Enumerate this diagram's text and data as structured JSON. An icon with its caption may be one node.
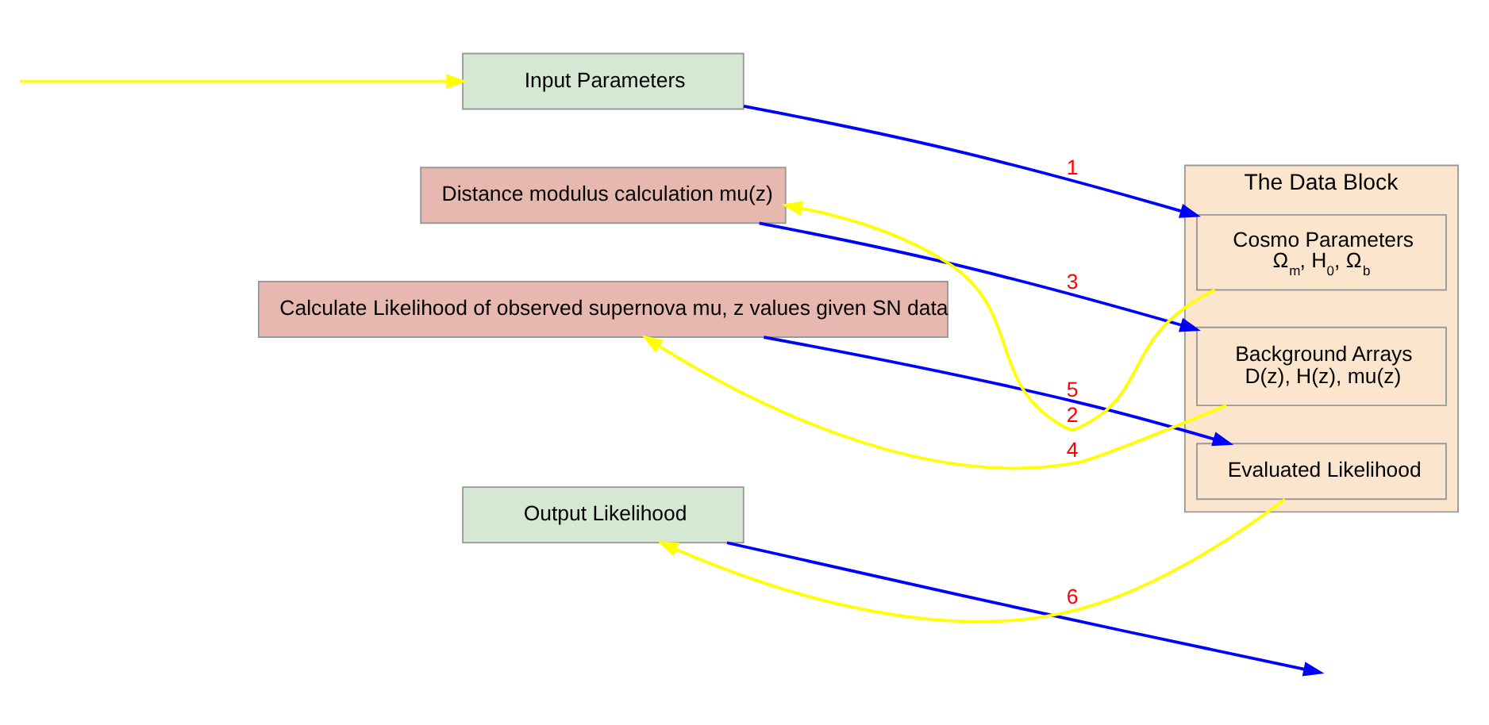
{
  "diagram": {
    "nodes": [
      {
        "text": [
          "Input Parameters"
        ]
      },
      {
        "text": [
          "Distance modulus calculation mu(z)"
        ]
      },
      {
        "text": [
          "Calculate Likelihood of observed supernova mu, z values given SN data"
        ]
      },
      {
        "text": [
          "Output Likelihood"
        ]
      },
      {
        "text": [
          "The Data Block"
        ]
      },
      {
        "text": [
          "Cosmo Parameters",
          "Ω$_{m}$, H$_{0}$, Ω$_{b}$"
        ],
        "in": 4
      },
      {
        "text": [
          "Background Arrays",
          "D(z), H(z), mu(z)"
        ],
        "in": 4
      },
      {
        "text": [
          "Evaluated Likelihood"
        ],
        "in": 4
      }
    ],
    "edges": [
      {
        "from": null,
        "to": 0,
        "arrow": "to",
        "color": "#ffff00"
      },
      {
        "from": 0,
        "to": 5,
        "arrow": "to",
        "label": "1",
        "color": "#0000ff"
      },
      {
        "from": 5,
        "to": 1,
        "arrow": "to",
        "label": "2",
        "color": "#ffff00"
      },
      {
        "from": 1,
        "to": 6,
        "arrow": "to",
        "label": "3",
        "color": "#0000ff"
      },
      {
        "from": 6,
        "to": 2,
        "arrow": "to",
        "label": "4",
        "color": "#ffff00"
      },
      {
        "from": 2,
        "to": 7,
        "arrow": "to",
        "label": "5",
        "color": "#0000ff"
      },
      {
        "from": 7,
        "to": 3,
        "arrow": "to",
        "label": "6",
        "color": "#ffff00"
      },
      {
        "from": 3,
        "to": null,
        "arrow": "to",
        "color": "#0000ff"
      }
    ]
  }
}
